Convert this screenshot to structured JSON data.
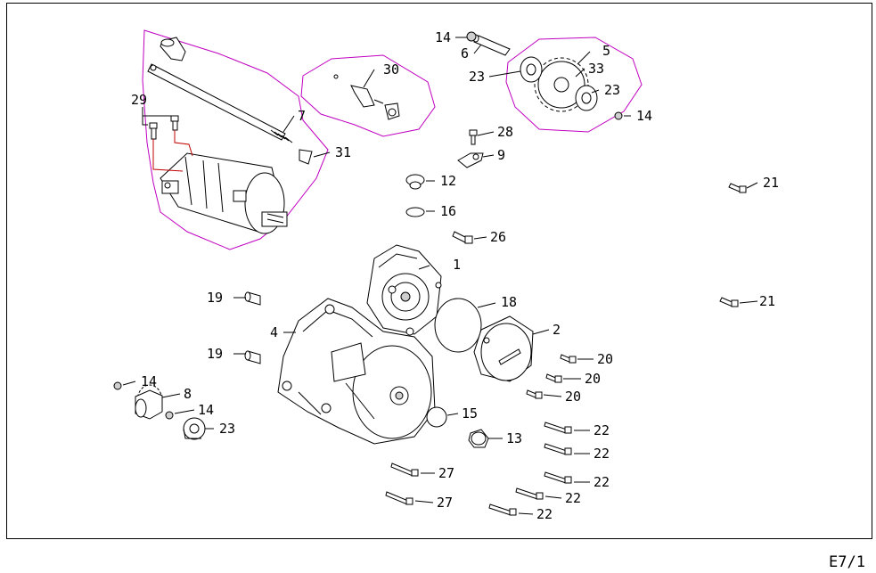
{
  "page_label": "E7/1",
  "callouts": [
    {
      "n": "14"
    },
    {
      "n": "6"
    },
    {
      "n": "5"
    },
    {
      "n": "30"
    },
    {
      "n": "33"
    },
    {
      "n": "23"
    },
    {
      "n": "23"
    },
    {
      "n": "14"
    },
    {
      "n": "7"
    },
    {
      "n": "29"
    },
    {
      "n": "31"
    },
    {
      "n": "28"
    },
    {
      "n": "9"
    },
    {
      "n": "12"
    },
    {
      "n": "16"
    },
    {
      "n": "26"
    },
    {
      "n": "21"
    },
    {
      "n": "1"
    },
    {
      "n": "18"
    },
    {
      "n": "21"
    },
    {
      "n": "19"
    },
    {
      "n": "2"
    },
    {
      "n": "4"
    },
    {
      "n": "19"
    },
    {
      "n": "20"
    },
    {
      "n": "20"
    },
    {
      "n": "20"
    },
    {
      "n": "14"
    },
    {
      "n": "8"
    },
    {
      "n": "14"
    },
    {
      "n": "15"
    },
    {
      "n": "23"
    },
    {
      "n": "13"
    },
    {
      "n": "22"
    },
    {
      "n": "22"
    },
    {
      "n": "27"
    },
    {
      "n": "22"
    },
    {
      "n": "22"
    },
    {
      "n": "27"
    },
    {
      "n": "22"
    }
  ],
  "colors": {
    "group_outline": "#c000c0",
    "wire": "#c00000",
    "ink": "#000000"
  }
}
